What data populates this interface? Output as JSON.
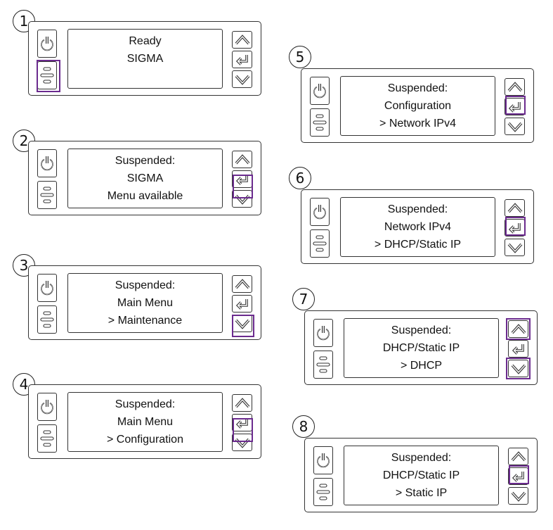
{
  "highlight_color": "#6b2b8e",
  "icons": {
    "power": "power-icon",
    "menu": "menu-icon",
    "up": "chevron-up-icon",
    "enter": "enter-icon",
    "down": "chevron-down-icon"
  },
  "steps": [
    {
      "number": "1",
      "screen": [
        "Ready",
        "SIGMA",
        ""
      ],
      "highlighted": [
        "menu"
      ]
    },
    {
      "number": "2",
      "screen": [
        "Suspended:",
        "SIGMA",
        "Menu available"
      ],
      "highlighted": [
        "enter"
      ]
    },
    {
      "number": "3",
      "screen": [
        "Suspended:",
        "Main Menu",
        "> Maintenance"
      ],
      "highlighted": [
        "down"
      ]
    },
    {
      "number": "4",
      "screen": [
        "Suspended:",
        "Main Menu",
        "> Configuration"
      ],
      "highlighted": [
        "enter"
      ]
    },
    {
      "number": "5",
      "screen": [
        "Suspended:",
        "Configuration",
        "> Network IPv4"
      ],
      "highlighted": [
        "enter"
      ]
    },
    {
      "number": "6",
      "screen": [
        "Suspended:",
        "Network IPv4",
        "> DHCP/Static IP"
      ],
      "highlighted": [
        "enter"
      ]
    },
    {
      "number": "7",
      "screen": [
        "Suspended:",
        "DHCP/Static IP",
        "> DHCP"
      ],
      "highlighted": [
        "up",
        "down"
      ]
    },
    {
      "number": "8",
      "screen": [
        "Suspended:",
        "DHCP/Static IP",
        "> Static IP"
      ],
      "highlighted": [
        "enter"
      ]
    }
  ]
}
